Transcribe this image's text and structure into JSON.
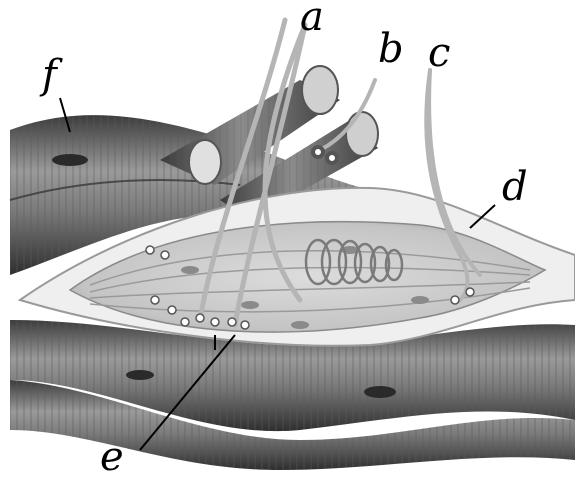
{
  "labels": {
    "a": "a",
    "b": "b",
    "c": "c",
    "d": "d",
    "e": "e",
    "f": "f"
  },
  "colors": {
    "fiber_dark": "#4a4a4a",
    "fiber_mid": "#8a8a8a",
    "fiber_light": "#cfcfcf",
    "capsule": "#e6e6e6",
    "nerve": "#bdbdbd",
    "ink": "#000000"
  }
}
